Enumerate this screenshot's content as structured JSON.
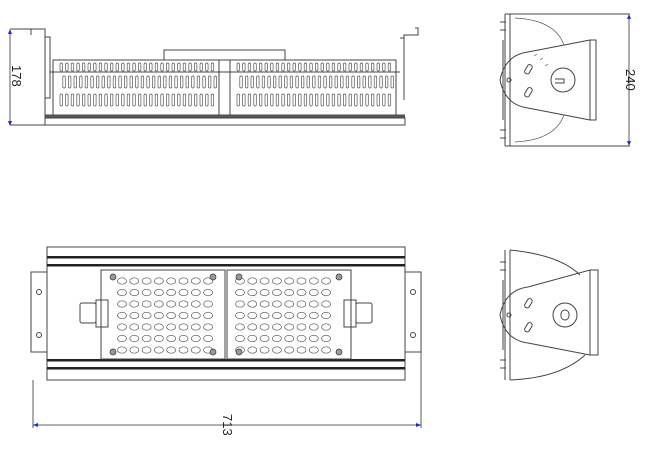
{
  "dimensions": {
    "height_top_view": "178",
    "depth_side_view": "240",
    "length_bottom_view": "713"
  },
  "module_grid": {
    "columns": 8,
    "rows": 7,
    "modules": 2
  },
  "colors": {
    "line": "#444444",
    "rail": "#222222",
    "arrow": "#1a2bd6"
  }
}
